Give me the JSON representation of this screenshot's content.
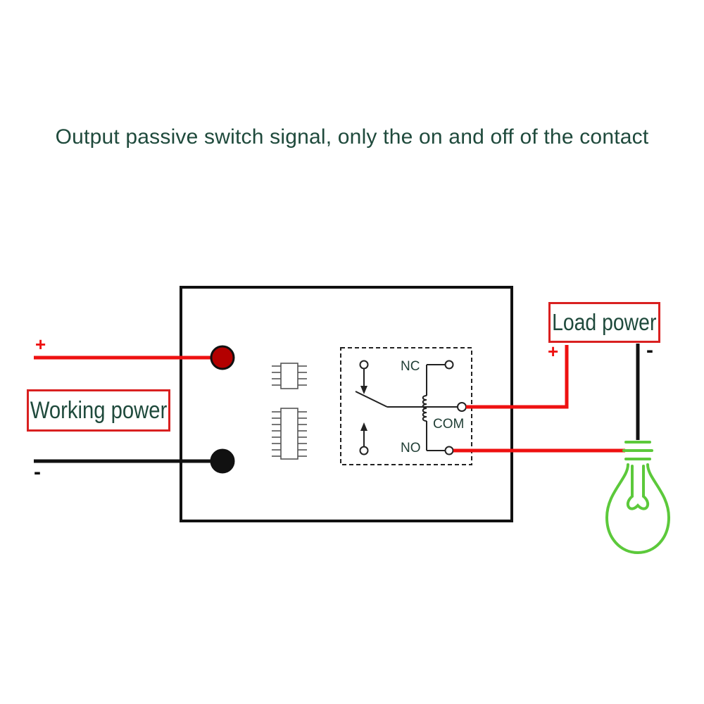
{
  "title": "Output passive switch signal, only the on and off of the contact",
  "labels": {
    "working_power": "Working power",
    "load_power": "Load power"
  },
  "signs": {
    "working_plus": "+",
    "working_minus": "-",
    "load_plus": "+",
    "load_minus": "-"
  },
  "relay_pins": {
    "nc": "NC",
    "com": "COM",
    "no": "NO"
  },
  "colors": {
    "wire_positive": "#ee1111",
    "wire_negative": "#111111",
    "label_border": "#d92020",
    "text": "#1f4a3c",
    "bulb": "#5cc93b",
    "terminal_positive": "#b30000"
  }
}
